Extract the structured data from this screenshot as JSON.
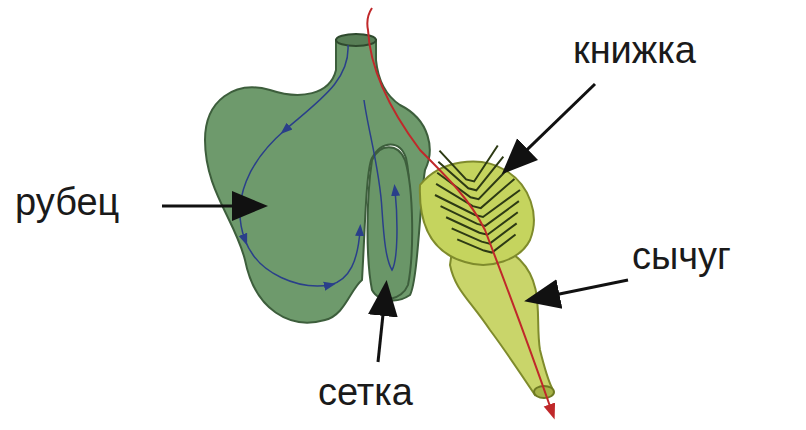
{
  "diagram": {
    "labels": [
      "книжка",
      "рубец",
      "сычуг",
      "сетка"
    ]
  }
}
